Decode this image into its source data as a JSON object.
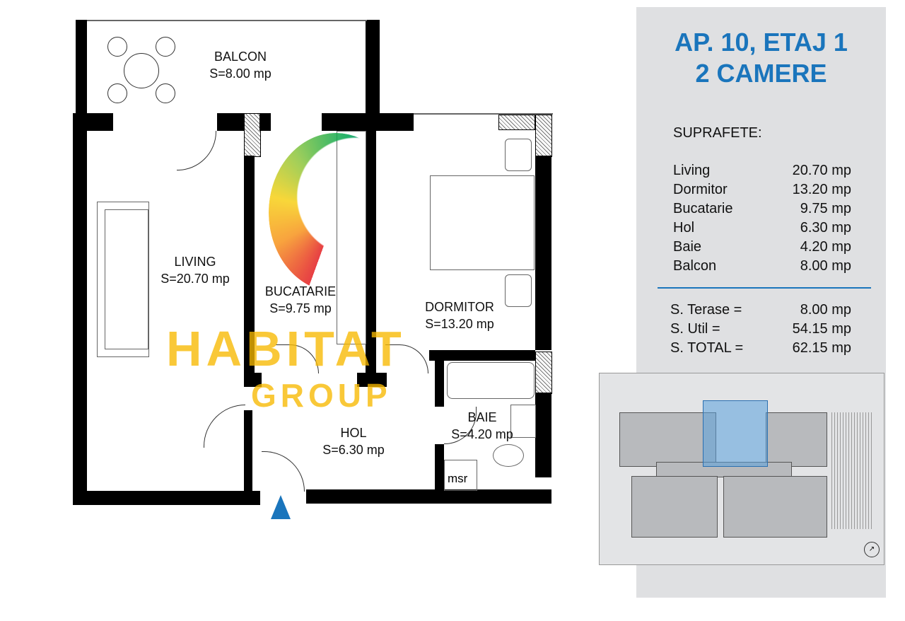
{
  "header": {
    "line1": "AP. 10, ETAJ 1",
    "line2": "2 CAMERE"
  },
  "surfaces": {
    "heading": "SUPRAFETE:",
    "rooms": [
      {
        "name": "Living",
        "area": "20.70 mp"
      },
      {
        "name": "Dormitor",
        "area": "13.20 mp"
      },
      {
        "name": "Bucatarie",
        "area": "9.75 mp"
      },
      {
        "name": "Hol",
        "area": "6.30 mp"
      },
      {
        "name": "Baie",
        "area": "4.20 mp"
      },
      {
        "name": "Balcon",
        "area": "8.00 mp"
      }
    ],
    "totals": [
      {
        "name": "S. Terase =",
        "area": "8.00 mp"
      },
      {
        "name": "S. Util =",
        "area": "54.15 mp"
      },
      {
        "name": "S. TOTAL =",
        "area": "62.15 mp"
      }
    ]
  },
  "plan": {
    "rooms": [
      {
        "name": "BALCON",
        "area": "S=8.00 mp"
      },
      {
        "name": "LIVING",
        "area": "S=20.70 mp"
      },
      {
        "name": "BUCATARIE",
        "area": "S=9.75 mp"
      },
      {
        "name": "DORMITOR",
        "area": "S=13.20 mp"
      },
      {
        "name": "HOL",
        "area": "S=6.30 mp"
      },
      {
        "name": "BAIE",
        "area": "S=4.20 mp"
      }
    ],
    "msr": "msr"
  },
  "watermark": {
    "line1": "HABITAT",
    "line2": "GROUP"
  },
  "colors": {
    "accent": "#1a75bc",
    "panel": "#dfe0e2",
    "watermark": "#f7b800"
  }
}
